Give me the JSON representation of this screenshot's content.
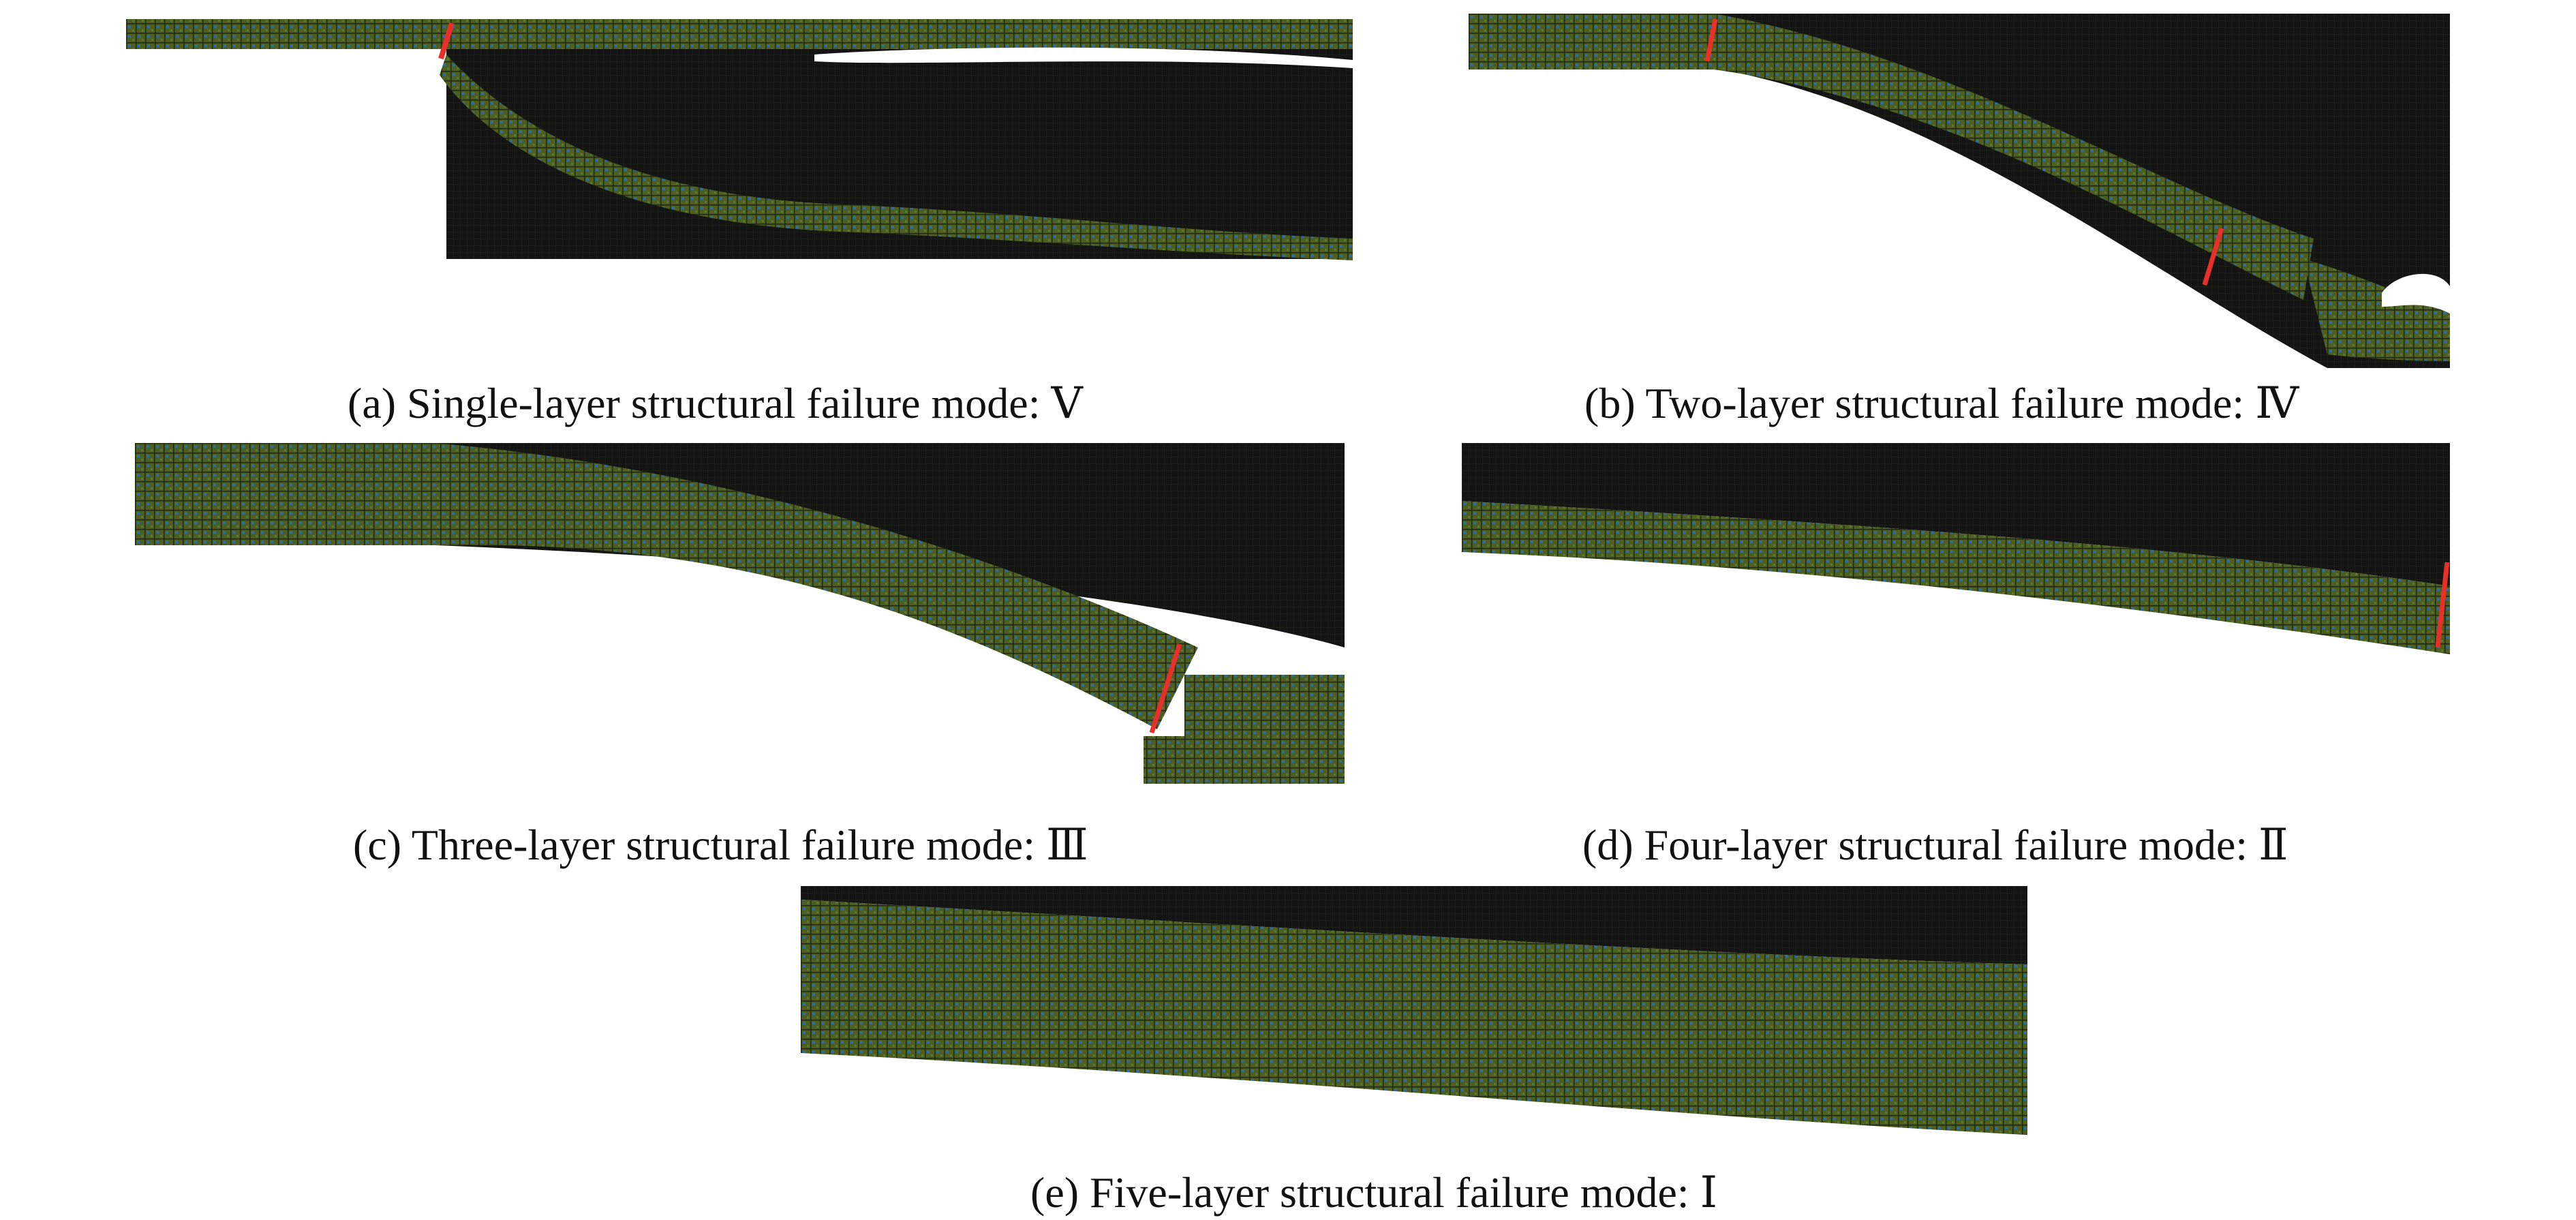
{
  "figure": {
    "panels": [
      {
        "id": "a",
        "caption": "(a) Single-layer structural failure mode: Ⅴ"
      },
      {
        "id": "b",
        "caption": "(b) Two-layer structural failure mode: Ⅳ"
      },
      {
        "id": "c",
        "caption": "(c) Three-layer structural failure mode: Ⅲ"
      },
      {
        "id": "d",
        "caption": "(d) Four-layer structural failure mode: Ⅱ"
      },
      {
        "id": "e",
        "caption": "(e) Five-layer structural failure mode: Ⅰ"
      }
    ],
    "colors": {
      "mesh_green": "#4c5e22",
      "mesh_blue": "#2d6aa0",
      "background_dark": "#141414",
      "fracture_red": "#e8302a"
    }
  }
}
